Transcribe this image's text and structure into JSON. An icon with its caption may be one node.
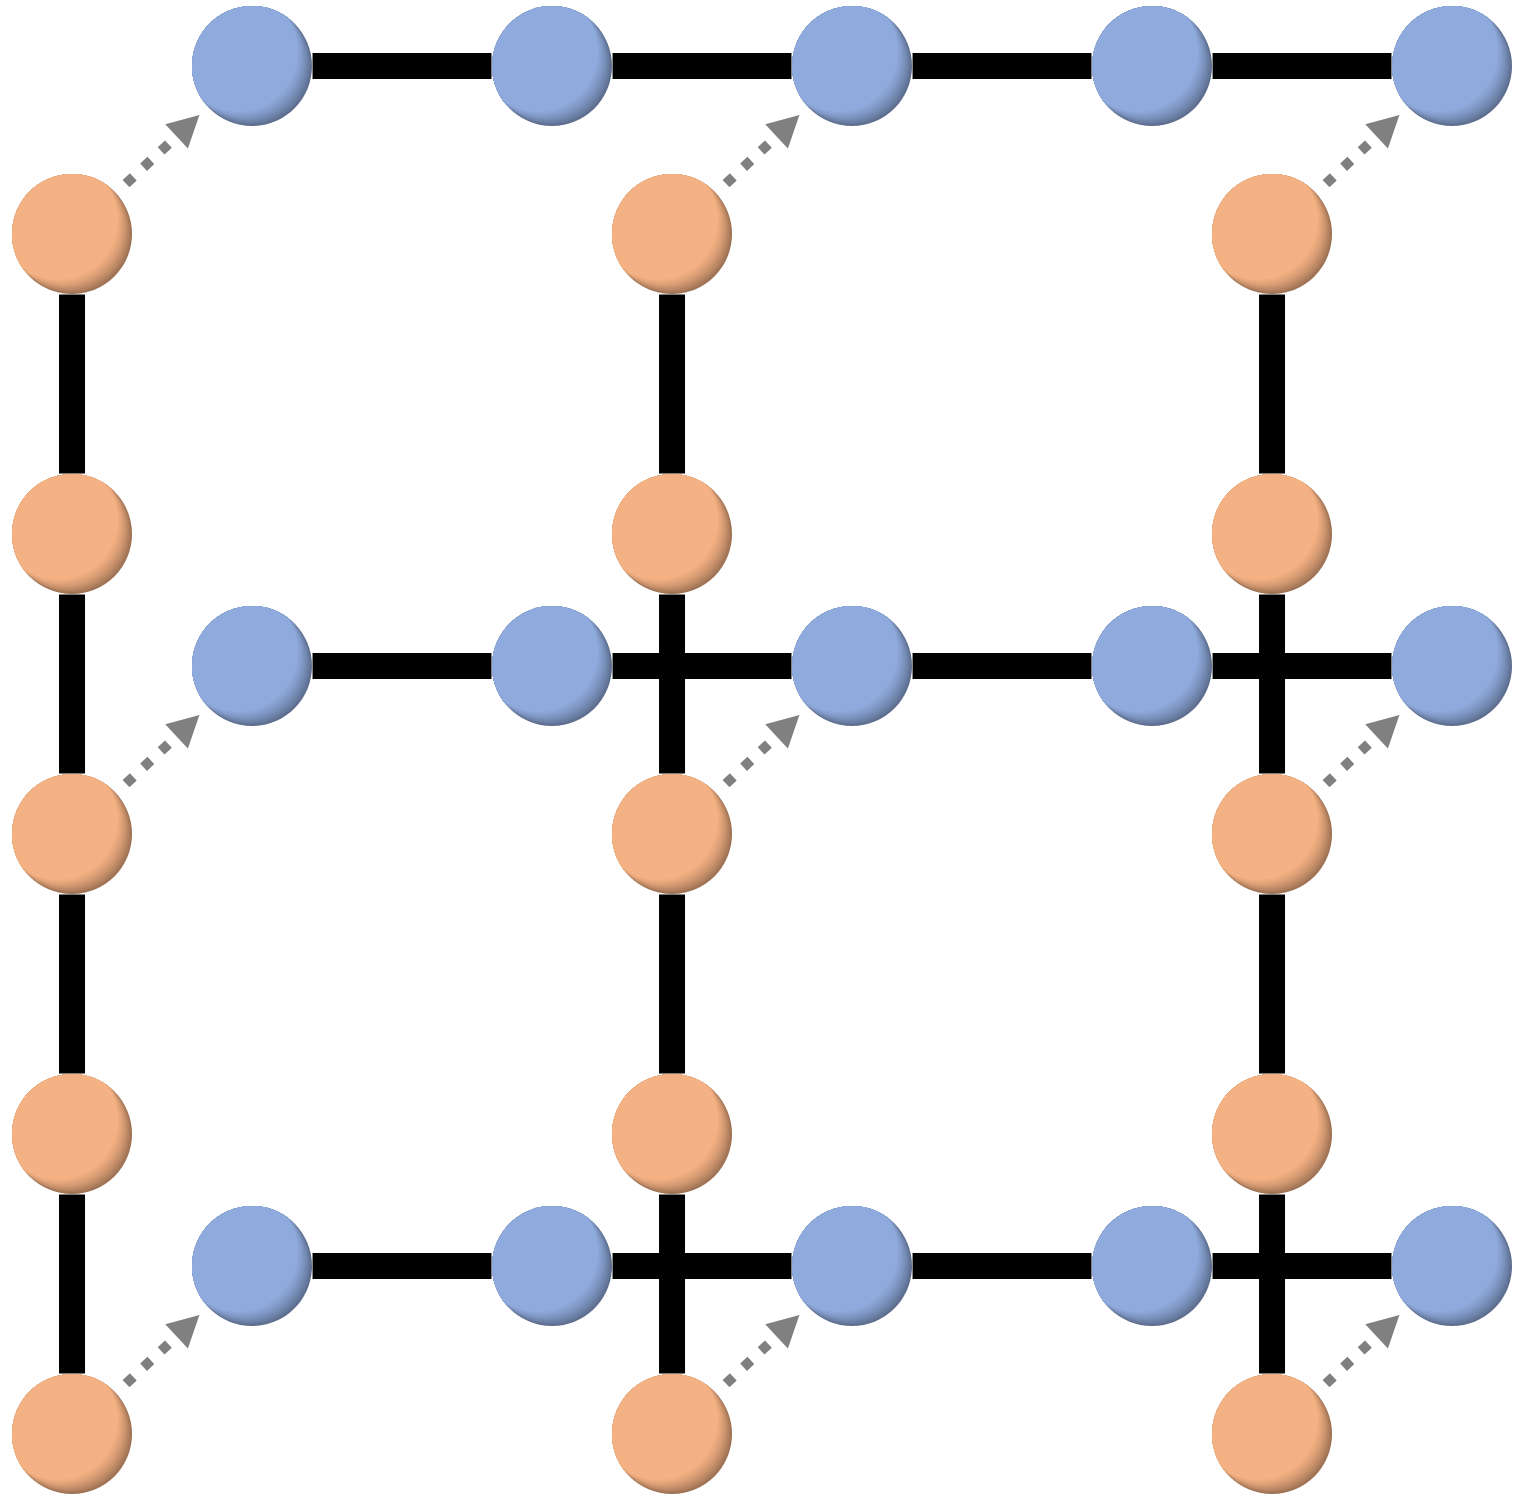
{
  "diagram": {
    "nodes": [
      {
        "text": [],
        "shape": "circle"
      },
      {
        "text": [],
        "shape": "circle"
      },
      {
        "text": [],
        "shape": "circle"
      },
      {
        "text": [],
        "shape": "circle"
      },
      {
        "text": [],
        "shape": "circle"
      },
      {
        "text": [],
        "shape": "circle"
      },
      {
        "text": [],
        "shape": "circle"
      },
      {
        "text": [],
        "shape": "circle"
      },
      {
        "text": [],
        "shape": "circle"
      },
      {
        "text": [],
        "shape": "circle"
      },
      {
        "text": [],
        "shape": "circle"
      },
      {
        "text": [],
        "shape": "circle"
      },
      {
        "text": [],
        "shape": "circle"
      },
      {
        "text": [],
        "shape": "circle"
      },
      {
        "text": [],
        "shape": "circle"
      },
      {
        "text": [],
        "shape": "circle"
      },
      {
        "text": [],
        "shape": "circle"
      },
      {
        "text": [],
        "shape": "circle"
      },
      {
        "text": [],
        "shape": "circle"
      },
      {
        "text": [],
        "shape": "circle"
      },
      {
        "text": [],
        "shape": "circle"
      },
      {
        "text": [],
        "shape": "circle"
      },
      {
        "text": [],
        "shape": "circle"
      },
      {
        "text": [],
        "shape": "circle"
      },
      {
        "text": [],
        "shape": "circle"
      },
      {
        "text": [],
        "shape": "circle"
      },
      {
        "text": [],
        "shape": "circle"
      },
      {
        "text": [],
        "shape": "circle"
      },
      {
        "text": [],
        "shape": "circle"
      },
      {
        "text": [],
        "shape": "circle"
      }
    ],
    "edges": [
      {
        "from": 0,
        "to": 1,
        "arrow": "none"
      },
      {
        "from": 1,
        "to": 2,
        "arrow": "none"
      },
      {
        "from": 2,
        "to": 3,
        "arrow": "none"
      },
      {
        "from": 3,
        "to": 4,
        "arrow": "none"
      },
      {
        "from": 11,
        "to": 12,
        "arrow": "none"
      },
      {
        "from": 12,
        "to": 13,
        "arrow": "none"
      },
      {
        "from": 13,
        "to": 14,
        "arrow": "none"
      },
      {
        "from": 14,
        "to": 15,
        "arrow": "none"
      },
      {
        "from": 22,
        "to": 23,
        "arrow": "none"
      },
      {
        "from": 23,
        "to": 24,
        "arrow": "none"
      },
      {
        "from": 24,
        "to": 25,
        "arrow": "none"
      },
      {
        "from": 25,
        "to": 26,
        "arrow": "none"
      },
      {
        "from": 5,
        "to": 8,
        "arrow": "none"
      },
      {
        "from": 8,
        "to": 16,
        "arrow": "none"
      },
      {
        "from": 16,
        "to": 19,
        "arrow": "none"
      },
      {
        "from": 19,
        "to": 27,
        "arrow": "none"
      },
      {
        "from": 6,
        "to": 9,
        "arrow": "none"
      },
      {
        "from": 9,
        "to": 17,
        "arrow": "none"
      },
      {
        "from": 17,
        "to": 20,
        "arrow": "none"
      },
      {
        "from": 20,
        "to": 28,
        "arrow": "none"
      },
      {
        "from": 7,
        "to": 10,
        "arrow": "none"
      },
      {
        "from": 10,
        "to": 18,
        "arrow": "none"
      },
      {
        "from": 18,
        "to": 21,
        "arrow": "none"
      },
      {
        "from": 21,
        "to": 29,
        "arrow": "none"
      },
      {
        "from": 5,
        "to": 0,
        "arrow": "to",
        "style": "dashed",
        "color": "#808080"
      },
      {
        "from": 6,
        "to": 2,
        "arrow": "to",
        "style": "dashed",
        "color": "#808080"
      },
      {
        "from": 7,
        "to": 4,
        "arrow": "to",
        "style": "dashed",
        "color": "#808080"
      },
      {
        "from": 16,
        "to": 11,
        "arrow": "to",
        "style": "dashed",
        "color": "#808080"
      },
      {
        "from": 17,
        "to": 13,
        "arrow": "to",
        "style": "dashed",
        "color": "#808080"
      },
      {
        "from": 18,
        "to": 15,
        "arrow": "to",
        "style": "dashed",
        "color": "#808080"
      },
      {
        "from": 27,
        "to": 22,
        "arrow": "to",
        "style": "dashed",
        "color": "#808080"
      },
      {
        "from": 28,
        "to": 24,
        "arrow": "to",
        "style": "dashed",
        "color": "#808080"
      },
      {
        "from": 29,
        "to": 26,
        "arrow": "to",
        "style": "dashed",
        "color": "#808080"
      }
    ]
  }
}
